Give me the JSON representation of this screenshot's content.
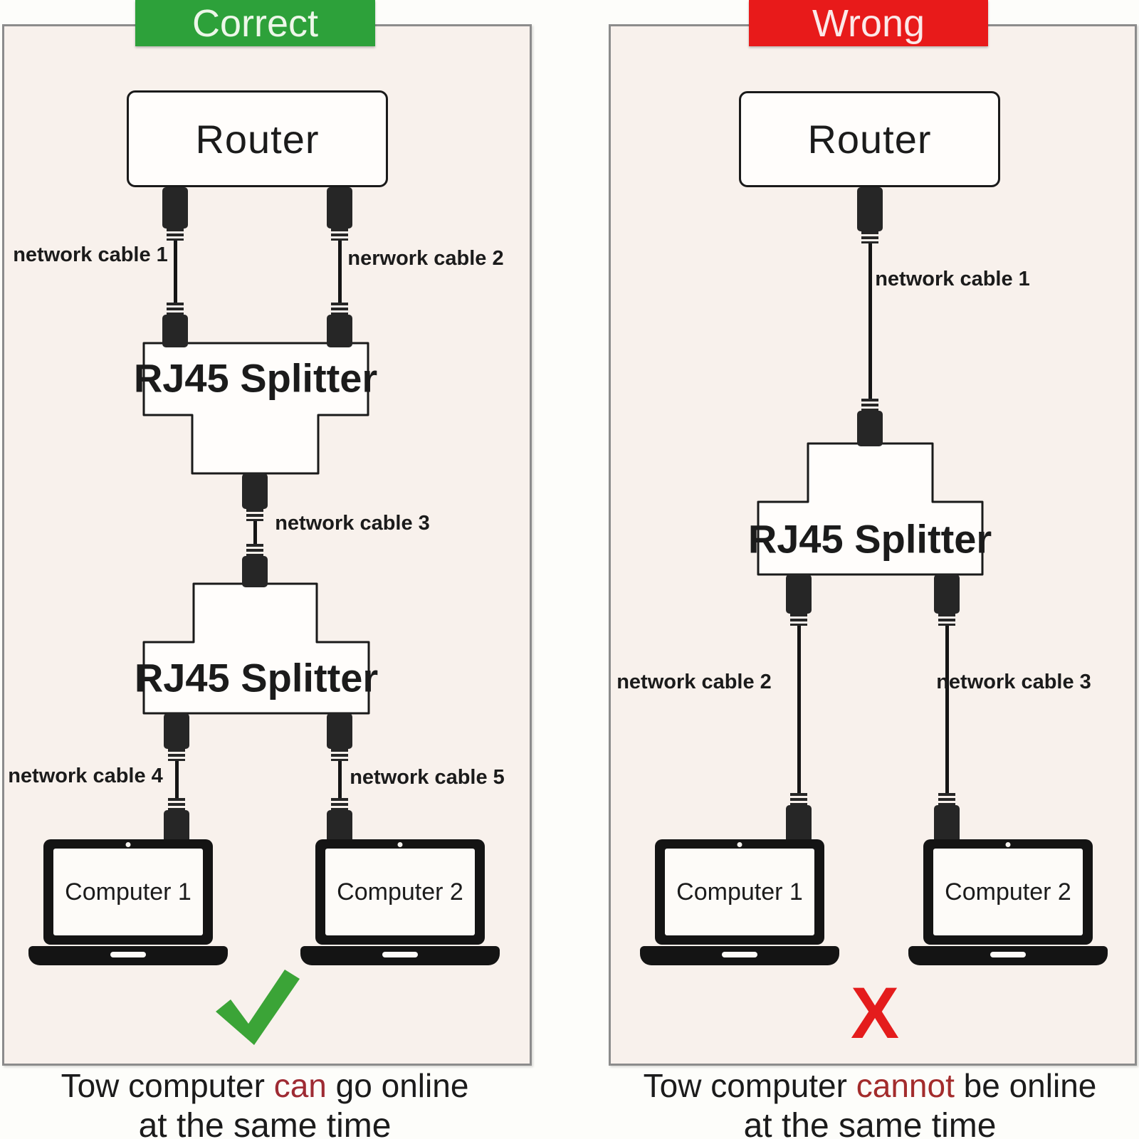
{
  "left_panel": {
    "header": {
      "label": "Correct",
      "bg_color": "#2da13a",
      "text_color": "#edf7e9"
    },
    "router": {
      "label": "Router"
    },
    "splitters": [
      {
        "label": "RJ45 Splitter"
      },
      {
        "label": "RJ45 Splitter"
      }
    ],
    "cables": [
      {
        "label": "network cable 1"
      },
      {
        "label": "nerwork cable 2"
      },
      {
        "label": "network cable 3"
      },
      {
        "label": "network cable 4"
      },
      {
        "label": "network cable 5"
      }
    ],
    "computers": [
      {
        "label": "Computer 1"
      },
      {
        "label": "Computer 2"
      }
    ],
    "result": {
      "icon": "check-mark",
      "color": "#3ba437"
    },
    "caption": {
      "prefix": "Tow computer ",
      "highlight": "can",
      "suffix": " go online",
      "line2": "at the same time",
      "highlight_color": "#9e2b33"
    }
  },
  "right_panel": {
    "header": {
      "label": "Wrong",
      "bg_color": "#e81a1a",
      "text_color": "#fbe9e9"
    },
    "router": {
      "label": "Router"
    },
    "splitters": [
      {
        "label": "RJ45 Splitter"
      }
    ],
    "cables": [
      {
        "label": "network cable 1"
      },
      {
        "label": "network cable 2"
      },
      {
        "label": "network cable 3"
      }
    ],
    "computers": [
      {
        "label": "Computer 1"
      },
      {
        "label": "Computer 2"
      }
    ],
    "result": {
      "icon": "x-mark",
      "glyph": "X",
      "color": "#e41c1c"
    },
    "caption": {
      "prefix": "Tow computer ",
      "highlight": "cannot",
      "suffix": " be online",
      "line2": "at the same time",
      "highlight_color": "#a32c2c"
    }
  }
}
